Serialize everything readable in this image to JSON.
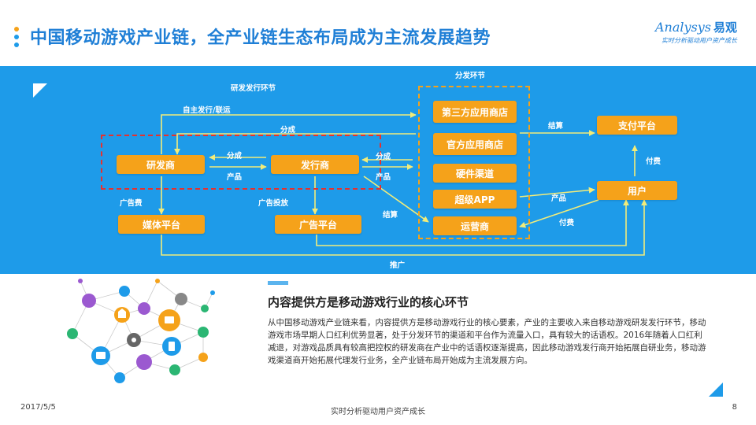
{
  "header": {
    "title": "中国移动游戏产业链，全产业链生态布局成为主流发展趋势",
    "dot_colors": [
      "#f5a21a",
      "#1e9be9",
      "#1e9be9"
    ],
    "logo_main": "Analysys",
    "logo_cn": "易观",
    "logo_tagline": "实时分析驱动用户资产成长"
  },
  "diagram": {
    "section_dev_publish": "研发发行环节",
    "section_distribution": "分发环节",
    "nodes": {
      "developer": "研发商",
      "publisher": "发行商",
      "media_platform": "媒体平台",
      "ad_platform": "广告平台",
      "third_party_store": "第三方应用商店",
      "official_store": "官方应用商店",
      "hardware_channel": "硬件渠道",
      "super_app": "超级APP",
      "operator": "运营商",
      "payment_platform": "支付平台",
      "user": "用户"
    },
    "edge_labels": {
      "self_publish": "自主发行/联运",
      "share_top": "分成",
      "share_dev_pub": "分成",
      "product_dev_pub": "产品",
      "share_pub_dist": "分成",
      "product_pub_dist": "产品",
      "ad_fee": "广告费",
      "ad_placement": "广告投放",
      "settlement_left": "结算",
      "settlement_right": "结算",
      "product_user": "产品",
      "pay_right": "付费",
      "pay_bottom": "付费",
      "promotion": "推广"
    }
  },
  "content": {
    "heading": "内容提供方是移动游戏行业的核心环节",
    "body": "从中国移动游戏产业链来看，内容提供方是移动游戏行业的核心要素，产业的主要收入来自移动游戏研发发行环节，移动游戏市场早期人口红利优势显著，处于分发环节的渠道和平台作为流量入口，具有较大的话语权。2016年随着人口红利减退，对游戏品质具有较高把控权的研发商在产业中的话语权逐渐提高，因此移动游戏发行商开始拓展自研业务，移动游戏渠道商开始拓展代理发行业务，全产业链布局开始成为主流发展方向。"
  },
  "footer": {
    "date": "2017/5/5",
    "center": "实时分析驱动用户资产成长",
    "page": "8"
  },
  "icons": [
    "bag-icon",
    "chat-icon",
    "music-icon",
    "home-icon",
    "tv-icon",
    "mail-icon",
    "star-icon",
    "camera-icon",
    "phone-icon",
    "monitor-icon",
    "headphones-icon",
    "wechat-icon",
    "cart-icon",
    "gear-icon",
    "location-icon",
    "play-icon"
  ]
}
